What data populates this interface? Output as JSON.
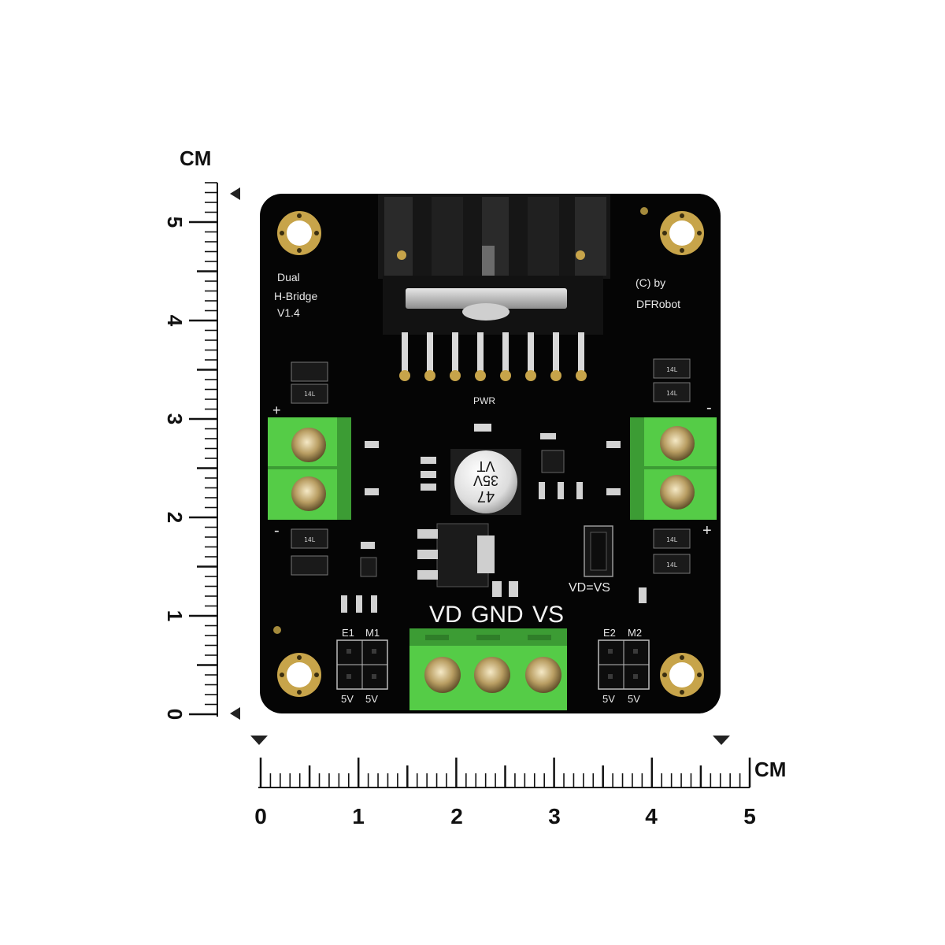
{
  "ruler": {
    "unit_label": "CM",
    "vertical_ticks": [
      "0",
      "1",
      "2",
      "3",
      "4",
      "5"
    ],
    "horizontal_ticks": [
      "0",
      "1",
      "2",
      "3",
      "4",
      "5"
    ]
  },
  "board": {
    "silkscreen_left": [
      "Dual",
      "H-Bridge",
      "V1.4"
    ],
    "silkscreen_right": [
      "(C) by",
      "DFRobot"
    ],
    "pwr_label": "PWR",
    "capacitor_marking": [
      "47",
      "35V",
      "VT"
    ],
    "jumper_label": "VD=VS",
    "power_terminal_labels": [
      "VD",
      "GND",
      "VS"
    ],
    "left_header_labels": [
      "E1",
      "M1"
    ],
    "right_header_labels": [
      "E2",
      "M2"
    ],
    "header_5v_labels": [
      "5V",
      "5V"
    ],
    "polarity": {
      "plus": "+",
      "minus": "-"
    },
    "smd_marking": "14L"
  },
  "colors": {
    "pcb": "#050505",
    "terminal_green": "#55cc47",
    "terminal_dark_green": "#3c9c34",
    "gold": "#c7a44a",
    "silkscreen": "#e8e8e8"
  }
}
